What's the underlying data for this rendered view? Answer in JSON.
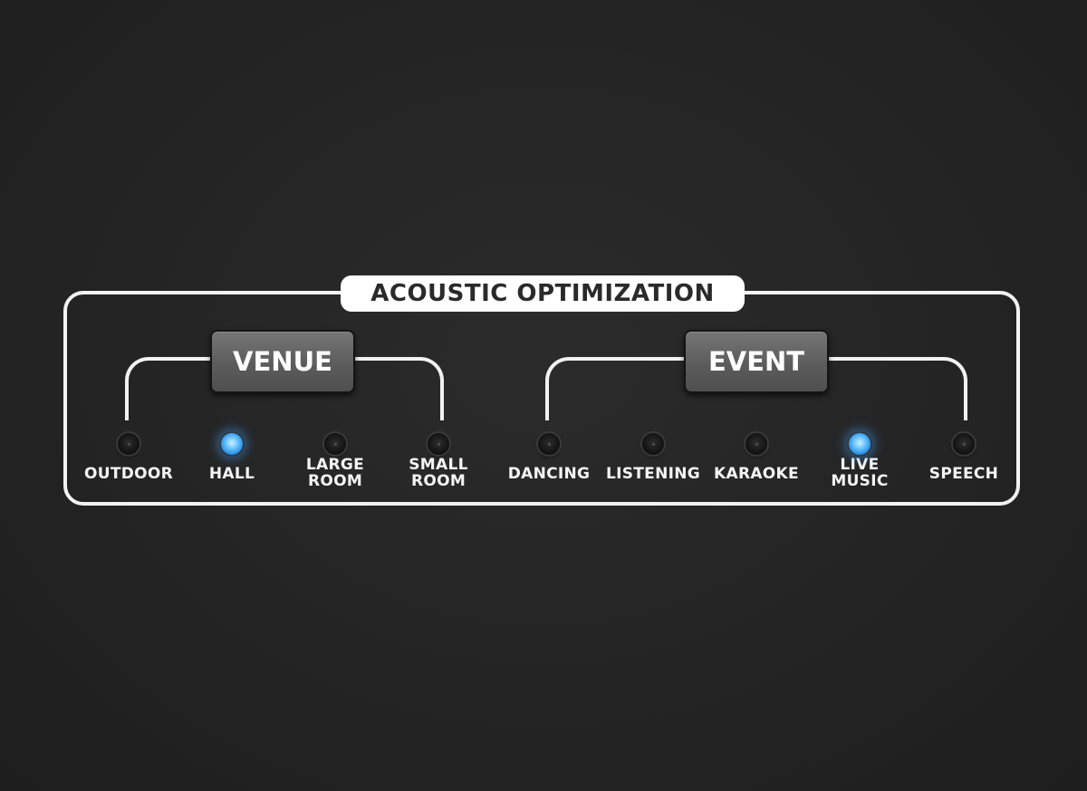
{
  "panel": {
    "title": "ACOUSTIC OPTIMIZATION"
  },
  "venue": {
    "label": "VENUE",
    "options": [
      {
        "line1": "OUTDOOR",
        "line2": "",
        "active": false
      },
      {
        "line1": "HALL",
        "line2": "",
        "active": true
      },
      {
        "line1": "LARGE",
        "line2": "ROOM",
        "active": false
      },
      {
        "line1": "SMALL",
        "line2": "ROOM",
        "active": false
      }
    ]
  },
  "event": {
    "label": "EVENT",
    "options": [
      {
        "line1": "DANCING",
        "line2": "",
        "active": false
      },
      {
        "line1": "LISTENING",
        "line2": "",
        "active": false
      },
      {
        "line1": "KARAOKE",
        "line2": "",
        "active": false
      },
      {
        "line1": "LIVE",
        "line2": "MUSIC",
        "active": true
      },
      {
        "line1": "SPEECH",
        "line2": "",
        "active": false
      }
    ]
  },
  "colors": {
    "led_active": "#3aa0ff",
    "led_inactive": "#141414",
    "outline": "#f2f2f2",
    "background": "#242424"
  }
}
